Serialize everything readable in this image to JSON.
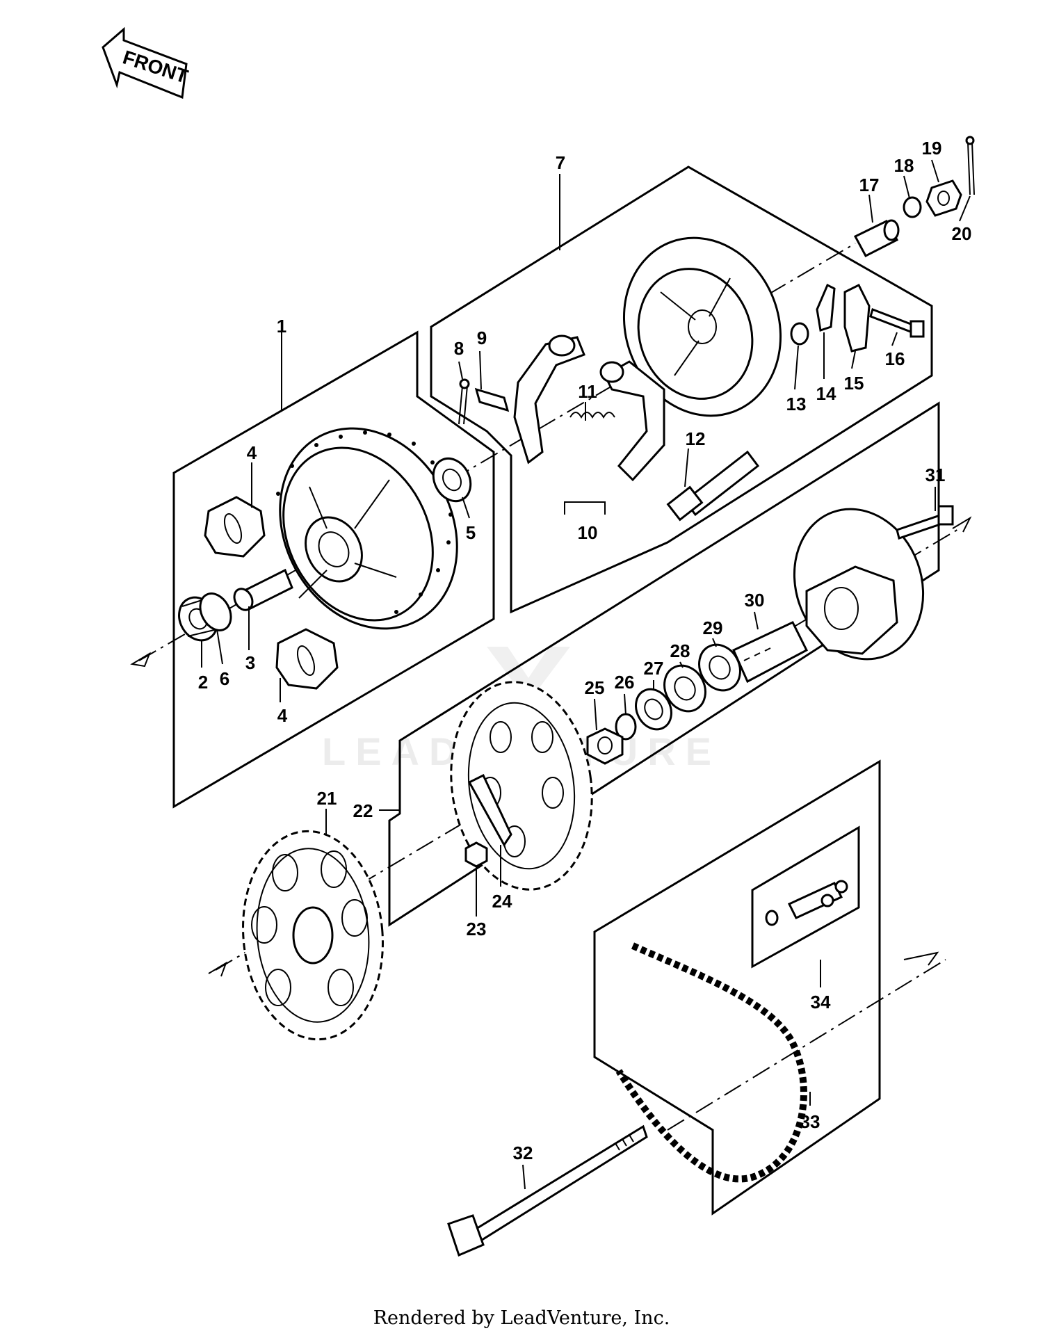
{
  "front_arrow": {
    "label": "FRONT"
  },
  "callouts": [
    "1",
    "2",
    "3",
    "4",
    "4",
    "5",
    "6",
    "7",
    "8",
    "9",
    "10",
    "11",
    "12",
    "13",
    "14",
    "15",
    "16",
    "17",
    "18",
    "19",
    "20",
    "21",
    "22",
    "23",
    "24",
    "25",
    "26",
    "27",
    "28",
    "29",
    "30",
    "31",
    "32",
    "33",
    "34"
  ],
  "watermark": "LEADVENTURE",
  "footer": {
    "credit": "Rendered by LeadVenture, Inc."
  }
}
